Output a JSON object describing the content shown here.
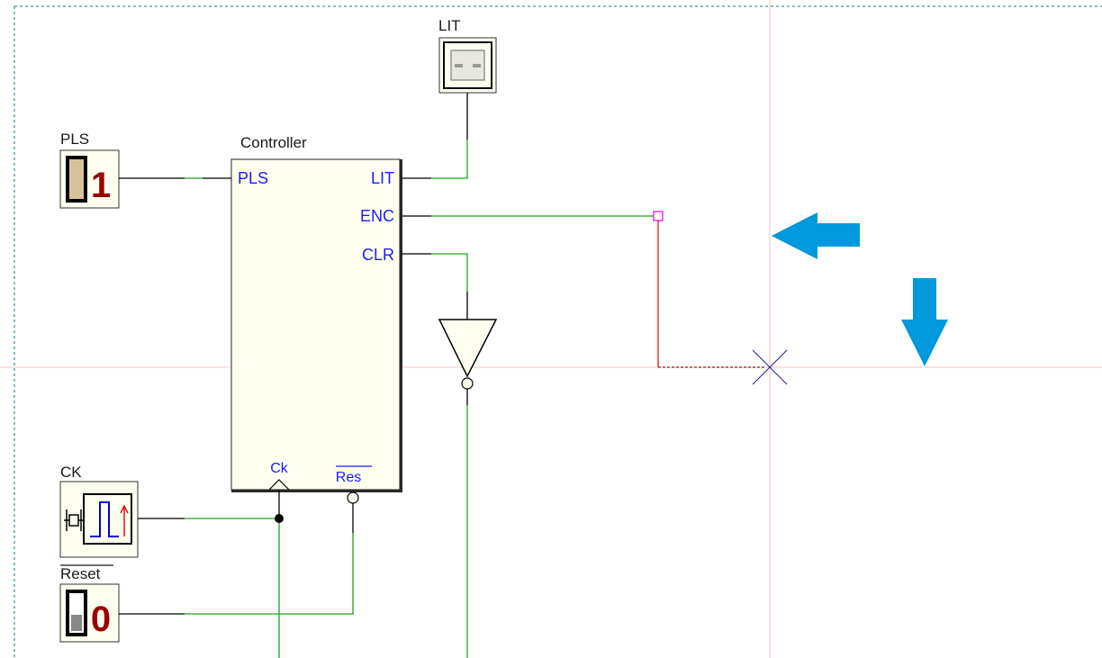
{
  "schematic": {
    "controller": {
      "title": "Controller",
      "pins": {
        "pls": "PLS",
        "lit": "LIT",
        "enc": "ENC",
        "clr": "CLR",
        "ck": "Ck",
        "res": "Res"
      }
    },
    "components": {
      "lit": {
        "label": "LIT",
        "icon": "led-display-icon"
      },
      "pls": {
        "label": "PLS",
        "icon": "toggle-switch-icon",
        "value": "1"
      },
      "ck": {
        "label": "CK",
        "icon": "clock-source-icon"
      },
      "reset": {
        "label": "Reset",
        "icon": "toggle-switch-icon",
        "value": "0"
      }
    },
    "cursor": {
      "icon": "crosshair-x-icon"
    },
    "annotations": [
      {
        "icon": "arrow-left-icon",
        "color": "#0099dd"
      },
      {
        "icon": "arrow-down-icon",
        "color": "#0099dd"
      }
    ]
  },
  "colors": {
    "wire_connected": "#1aa31a",
    "wire_unconnected": "#000000",
    "wire_in_progress": "#ee1111",
    "pin_text": "#1a1aff",
    "component_fill": "#fffff0",
    "guide_line": "#ffb6b6",
    "border": "#008080",
    "annotation_arrow": "#0099dd"
  }
}
